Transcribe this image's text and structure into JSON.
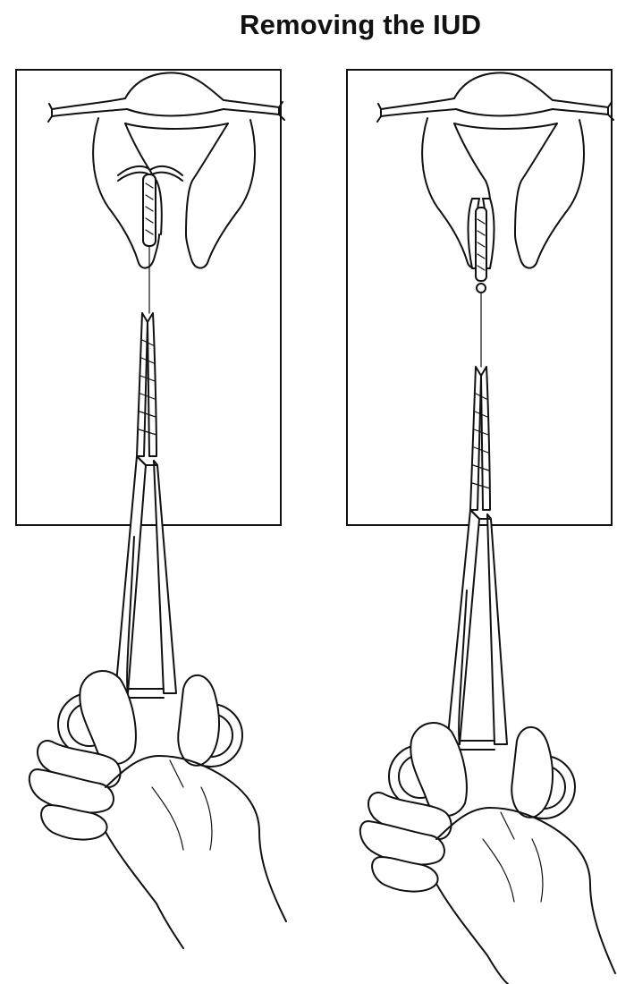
{
  "title": "Removing the IUD",
  "panels": [
    {
      "id": "left",
      "step": "forceps-grasp-strings",
      "iud_position": "in-uterus"
    },
    {
      "id": "right",
      "step": "iud-pulled-through-cervix",
      "iud_position": "in-cervical-canal"
    }
  ],
  "icons": [
    "uterus-icon",
    "iud-icon",
    "forceps-icon",
    "hand-icon"
  ],
  "colors": {
    "line": "#111111",
    "background": "#ffffff"
  }
}
